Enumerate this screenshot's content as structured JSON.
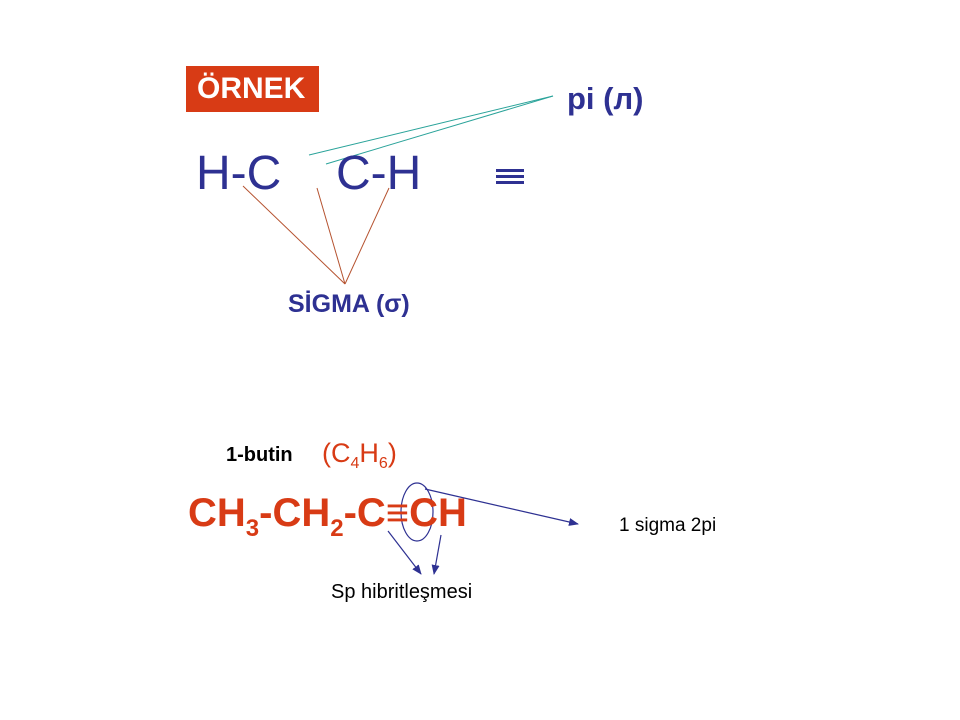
{
  "badge": {
    "text": "ÖRNEK",
    "color": "#d83b15"
  },
  "pi_label": "pi (л)",
  "acetylene": {
    "left_part": "H-C",
    "right_part": "C-H",
    "bond_symbol": "≡",
    "color": "#2e3192"
  },
  "sigma_label": "SİGMA (σ)",
  "butin": {
    "name": "1-butin",
    "formula_open": "(C",
    "formula_sub1": "4",
    "formula_mid": "H",
    "formula_sub2": "6",
    "formula_close": ")"
  },
  "propyne_formula": {
    "p1": "CH",
    "s1": "3",
    "p2": "-CH",
    "s2": "2",
    "p3": "-C≡CH",
    "color": "#d83b15"
  },
  "bond_note": "1 sigma 2pi",
  "hybrid_note": "Sp hibritleşmesi",
  "colors": {
    "pi_lines": "#2aa39a",
    "sigma_lines": "#b5522f",
    "arrows": "#2e3192"
  }
}
